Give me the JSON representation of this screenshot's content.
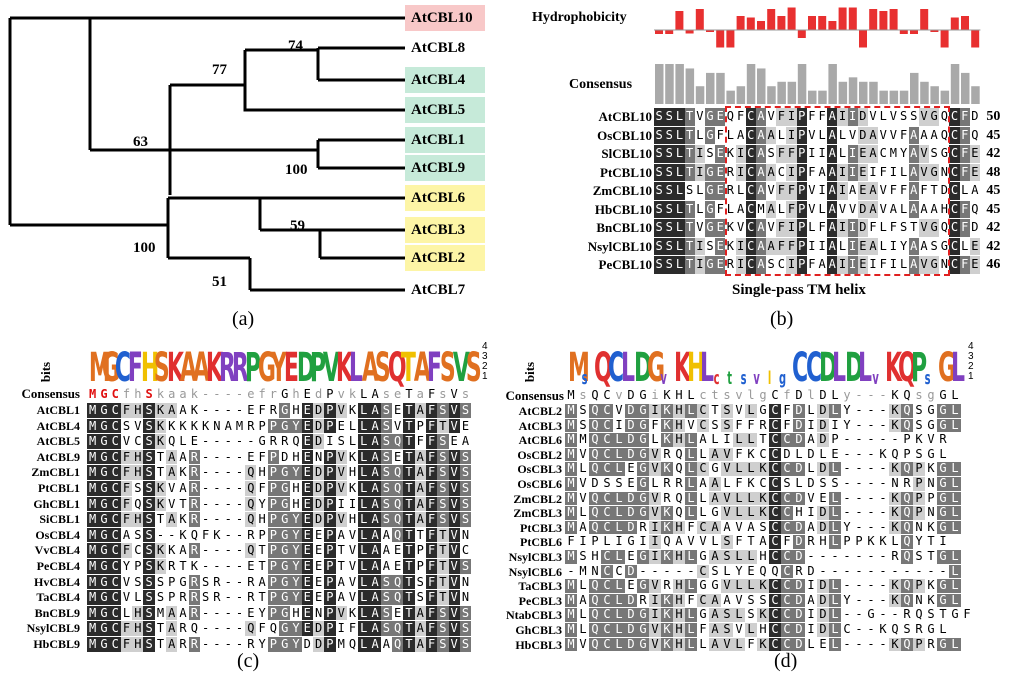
{
  "panel_labels": {
    "a": "(a)",
    "b": "(b)",
    "c": "(c)",
    "d": "(d)"
  },
  "panel_a": {
    "leaves": [
      {
        "name": "AtCBL10",
        "color": "#f8c8c8"
      },
      {
        "name": "AtCBL8",
        "color": ""
      },
      {
        "name": "AtCBL4",
        "color": "#c6ead9"
      },
      {
        "name": "AtCBL5",
        "color": "#c6ead9"
      },
      {
        "name": "AtCBL1",
        "color": "#c6ead9"
      },
      {
        "name": "AtCBL9",
        "color": "#c6ead9"
      },
      {
        "name": "AtCBL6",
        "color": "#fdf5a6"
      },
      {
        "name": "AtCBL3",
        "color": "#fdf5a6"
      },
      {
        "name": "AtCBL2",
        "color": "#fdf5a6"
      },
      {
        "name": "AtCBL7",
        "color": ""
      }
    ],
    "bootstrap": [
      "74",
      "77",
      "63",
      "100",
      "59",
      "100",
      "51"
    ]
  },
  "panel_b": {
    "hydrophobicity_label": "Hydrophobicity",
    "consensus_label": "Consensus",
    "caption": "Single-pass TM helix",
    "rows": [
      {
        "name": "AtCBL10",
        "seq": "SSLTVGEQFCAVFIPFFAIIDVLVSSVGQCFD",
        "num": "50"
      },
      {
        "name": "OsCBL10",
        "seq": "SSLTLGFLACAALIPVLALVDAVVFAAAQCFQ",
        "num": "45"
      },
      {
        "name": "SlCBL10",
        "seq": "SSLTISEKICASFFPIIALIEACMYAVSGCFE",
        "num": "42"
      },
      {
        "name": "PtCBL10",
        "seq": "SSLTIGERICAACIPFAAIIEIFILAVGNCFE",
        "num": "48"
      },
      {
        "name": "ZmCBL10",
        "seq": "SSLSLGERLCAVFFPVIAIAEAVFFAFTDCLA",
        "num": "45"
      },
      {
        "name": "HbCBL10",
        "seq": "SSLTLGFLACMALFPVLAVVDAVALAAAHCFQ",
        "num": "45"
      },
      {
        "name": "BnCBL10",
        "seq": "SSLTVGEKVCAVFIPLFAIIDFLFSTVGQCFD",
        "num": "42"
      },
      {
        "name": "NsylCBL10",
        "seq": "SSLTISEKICAAFFPIIALIEALIYAASGCLE",
        "num": "42"
      },
      {
        "name": "PeCBL10",
        "seq": "SSLTIGERICASCIPFAAIIEIFILAVGNCFE",
        "num": "46"
      }
    ]
  },
  "panel_c": {
    "axis_label": "bits",
    "ticks": [
      "4",
      "3",
      "2",
      "1"
    ],
    "logo_text": "MGCFHSKAAKRRPGYEDPVKLASQTAFSVS",
    "consensus_label": "Consensus",
    "consensus": "MGCfhSkaak----efrGhEdPvkLAseTaFsVs",
    "rows": [
      {
        "name": "AtCBL1",
        "seq": "MGCFHSKAAK----EFRGHEDPVKLASETAFSVS"
      },
      {
        "name": "AtCBL4",
        "seq": "MGCSVSKKKKKNAMRPPGYEDPELLASVTPFTVE"
      },
      {
        "name": "AtCBL5",
        "seq": "MGCVCSKQLE-----GRRQEDISLLASQTFFSEA"
      },
      {
        "name": "AtCBL9",
        "seq": "MGCFHSTAAR----EFPDHENPVKLASETAFSVS"
      },
      {
        "name": "ZmCBL1",
        "seq": "MGCFHSTAKR----QHPGYEDPVHLASQTAFSVS"
      },
      {
        "name": "PtCBL1",
        "seq": "MGCFSSKVAR----QFPGHEDPVKLASQTAFSVS"
      },
      {
        "name": "GhCBL1",
        "seq": "MGCFQSKVTR----QYPGHEDPIILASQTAFSVS"
      },
      {
        "name": "SiCBL1",
        "seq": "MGCFHSTAKR----QHPGYEDPVHLASQTAFSVS"
      },
      {
        "name": "OsCBL4",
        "seq": "MGCASS--KQFK--RPPGYEEPAVLAAQTTFTVN"
      },
      {
        "name": "VvCBL4",
        "seq": "MGCFCSKKAR----QTPGYEEPTVLAAETPFTVC"
      },
      {
        "name": "PeCBL4",
        "seq": "MGCYPSKRTK----ETPGYEEPTVLAAETPFTVS"
      },
      {
        "name": "HvCBL4",
        "seq": "MGCVSSSPGRSR--RAPGYEEPAVLASQTSFTVN"
      },
      {
        "name": "TaCBL4",
        "seq": "MGCVLSSPRRSR--RTPGYEEPAVLASQTSFTVN"
      },
      {
        "name": "BnCBL9",
        "seq": "MGCLHSMAAR----EYPGHENPVKLASETAFSVS"
      },
      {
        "name": "NsylCBL9",
        "seq": "MGCFHSTARQ----QFQGYEDPIFLASQTAFSVS"
      },
      {
        "name": "HbCBL9",
        "seq": "MGCFHSTARR----RYPGYDDPMQLAAQTAFSVS"
      }
    ]
  },
  "panel_d": {
    "axis_label": "bits",
    "ticks": [
      "4",
      "3",
      "2",
      "1"
    ],
    "logo_text": "MsQCLDGvKHLctsvlgCCDLDLvKQPsGL",
    "consensus_label": "Consensus",
    "consensus": "MsQCvDGiKHLctsvlgCfDlDLy---KQsgGL",
    "rows": [
      {
        "name": "AtCBL2",
        "seq": "MSQCVDGIKHLCTSVLGCFDLDLY---KQSGGL"
      },
      {
        "name": "AtCBL3",
        "seq": "MSQCIDGFKHVCSSFFRCFDIDIY---KQSGGL"
      },
      {
        "name": "AtCBL6",
        "seq": "MMQCLDGLKHLALILLTCCDADP-----PKVR"
      },
      {
        "name": "OsCBL2",
        "seq": "MVQCLDGVRQLLAVFKCCDLDLE---KQPSGL"
      },
      {
        "name": "OsCBL3",
        "seq": "MLQCLEGVKQLCGVLLKCCDLDL----KQPKGL"
      },
      {
        "name": "OsCBL6",
        "seq": "MVDSSEGLRRLAALFKCCSLDSS----NRPNGL"
      },
      {
        "name": "ZmCBL2",
        "seq": "MVQCLDGVRQLLAVLLKCCDVEL----KQPPGL"
      },
      {
        "name": "ZmCBL3",
        "seq": "MLQCLDGVKQLLGVLLKCCHIDL----KQPNGL"
      },
      {
        "name": "PtCBL3",
        "seq": "MAQCLDRIKHFCAAVASCCDADLY---KQNKGL"
      },
      {
        "name": "PtCBL6",
        "seq": "FIPLIGIIQAVVLSFTACFDRHLPPKKLQYTI"
      },
      {
        "name": "NsylCBL3",
        "seq": "MSHCLEGIKHLGASLLHCCD-------RQSTGL"
      },
      {
        "name": "NsylCBL6",
        "seq": "-MNCCD-----CSLYEQQCRD-----------L"
      },
      {
        "name": "TaCBL3",
        "seq": "MLQCLEGVRHLGGVLLKCCDIDL----KQPKGL"
      },
      {
        "name": "PeCBL3",
        "seq": "MAQCLDRIKHFCAAVSSCCDADLY---KQNKGL"
      },
      {
        "name": "NtabCBL3",
        "seq": "MLQCLDGIKHLGASLSKCCDIDL--G--RQSTGF"
      },
      {
        "name": "GhCBL3",
        "seq": "MLQCLDGVKHLFASVLHCCDIDLC--KQSRGL"
      },
      {
        "name": "HbCBL3",
        "seq": "MVQCLDGVKHLLAVLFKCCDLEL----KQPRGL"
      }
    ]
  }
}
